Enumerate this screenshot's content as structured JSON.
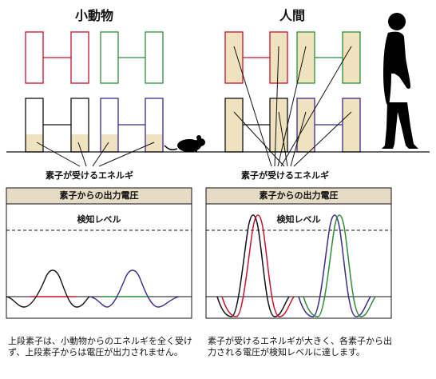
{
  "headings": {
    "small_animal": "小動物",
    "human": "人間"
  },
  "energy_label": "素子が受けるエネルギ",
  "panels": {
    "left": {
      "title": "素子からの出力電圧",
      "threshold_label": "検知レベル"
    },
    "right": {
      "title": "素子からの出力電圧",
      "threshold_label": "検知レベル"
    }
  },
  "captions": {
    "left": "上段素子は、小動物からのエネルギを全く受けず、上段素子からは電圧が出力されません。",
    "right": "素子が受けるエネルギが大きく、各素子から出力される電圧が検知レベルに達します。"
  },
  "colors": {
    "element_red": "#c8102e",
    "element_green": "#2e8b3a",
    "element_blue": "#3b2a8c",
    "element_black": "#111111",
    "energy_fill": "#efe2bf",
    "panel_title_bg": "#e6dcc6",
    "silhouette": "#000000"
  },
  "icons": {
    "mouse": "mouse-silhouette-icon",
    "human": "human-silhouette-icon"
  }
}
